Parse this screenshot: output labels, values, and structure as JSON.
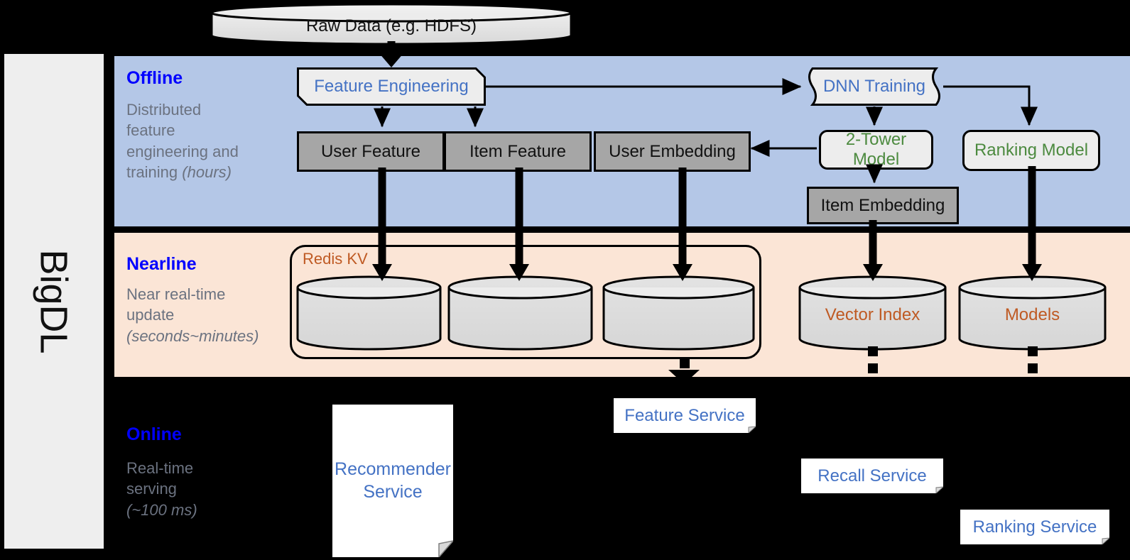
{
  "framework": {
    "name": "BigDL"
  },
  "source": {
    "label": "Raw Data (e.g. HDFS)"
  },
  "bands": {
    "offline": {
      "title": "Offline",
      "subtitle_line1": "Distributed",
      "subtitle_line2": "feature",
      "subtitle_line3": "engineering and",
      "subtitle_line4": "training ",
      "subtitle_italic": "(hours)"
    },
    "nearline": {
      "title": "Nearline",
      "subtitle_line1": "Near real-time",
      "subtitle_line2": "update",
      "subtitle_italic": "(seconds~minutes)"
    },
    "online": {
      "title": "Online",
      "subtitle_line1": "Real-time",
      "subtitle_line2": "serving",
      "subtitle_italic": "(~100 ms)"
    }
  },
  "offline_nodes": {
    "feature_engineering": "Feature Engineering",
    "dnn_training": "DNN Training",
    "user_feature": "User Feature",
    "item_feature": "Item Feature",
    "user_embedding": "User Embedding",
    "two_tower_model": "2-Tower Model",
    "ranking_model": "Ranking Model",
    "item_embedding": "Item Embedding"
  },
  "nearline_nodes": {
    "redis_kv": "Redis KV",
    "store_1": "",
    "store_2": "",
    "store_3": "",
    "vector_index": "Vector Index",
    "models": "Models"
  },
  "online_nodes": {
    "recommender_service": "Recommender Service",
    "feature_service": "Feature Service",
    "recall_service": "Recall Service",
    "ranking_service": "Ranking Service"
  },
  "colors": {
    "offline_band": "#b4c7e7",
    "nearline_band": "#fbe5d6",
    "online_band": "#000000",
    "band_title": "#0000ff",
    "band_subtitle": "#6b7280",
    "process_text": "#4472c4",
    "model_text": "#4c8a3f",
    "store_text": "#bf5a23",
    "gray_box_fill": "#a6a6a6",
    "process_fill": "#ededed",
    "sidepanel_fill": "#eeeeee"
  }
}
